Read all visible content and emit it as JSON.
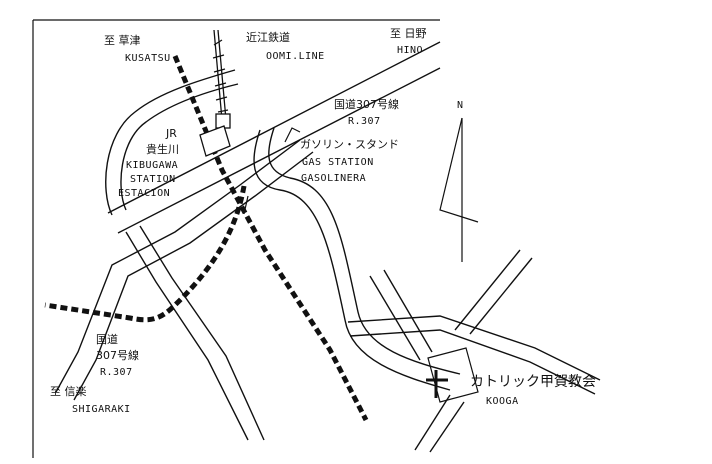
{
  "labels": {
    "kusatsu_jp": "至 草津",
    "kusatsu_en": "KUSATSU",
    "ohmi_jp": "近江鉄道",
    "ohmi_en": "OOMI.LINE",
    "hino_jp": "至 日野",
    "hino_en": "HINO",
    "r307_top_jp": "国道307号線",
    "r307_top_en": "R.307",
    "station_jr": "JR",
    "station_jp": "貴生川",
    "station_en1": "KIBUGAWA",
    "station_en2": "STATION",
    "station_es": "ESTACION",
    "gas_jp": "ガソリン・スタンド",
    "gas_en": "GAS STATION",
    "gas_es": "GASOLINERA",
    "north": "N",
    "r307_bot_jp1": "国道",
    "r307_bot_jp2": "307号線",
    "r307_bot_en": "R.307",
    "shigaraki_jp": "至 信楽",
    "shigaraki_en": "SHIGARAKI",
    "church_jp": "カトリック甲賀教会",
    "church_en": "KOOGA"
  },
  "icons": {
    "church": "cross-icon",
    "north_arrow": "north-arrow-icon",
    "station": "station-building-icon"
  },
  "colors": {
    "ink": "#111111",
    "paper": "#ffffff"
  }
}
